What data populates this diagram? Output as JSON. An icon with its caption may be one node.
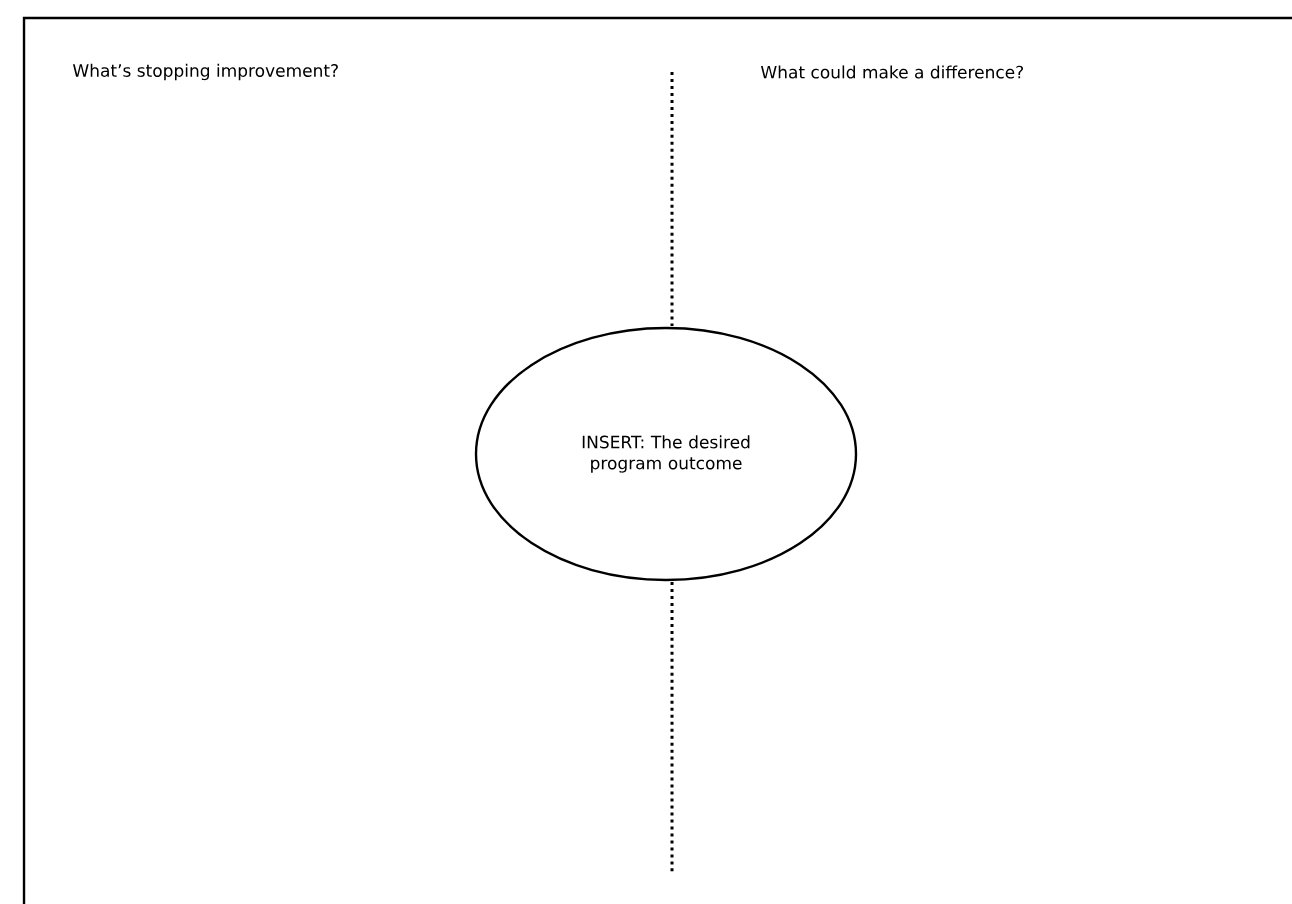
{
  "diagram": {
    "nodes": [
      {
        "text": [
          "INSERT: The desired program outcome"
        ]
      }
    ],
    "labels": [
      "What’s stopping improvement?",
      "What could make a difference?"
    ]
  }
}
